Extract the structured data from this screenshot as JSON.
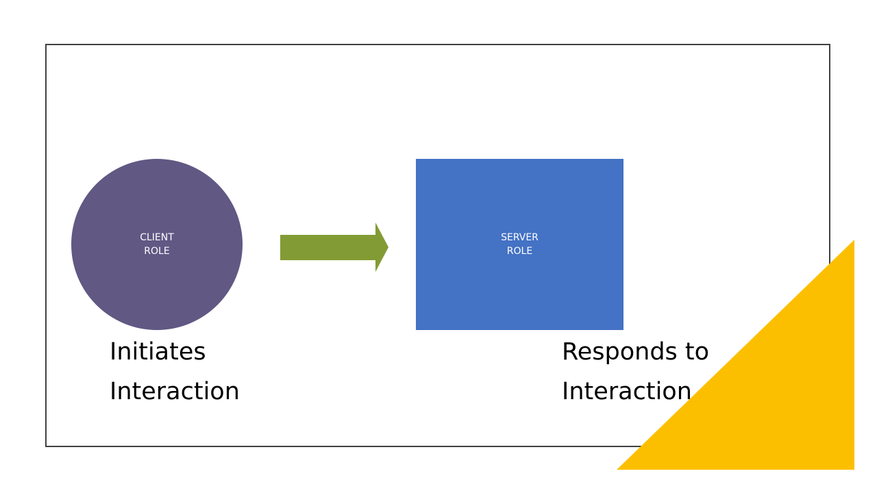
{
  "colors": {
    "client": "#615884",
    "arrow": "#839b34",
    "server": "#4472c4",
    "accent": "#fcbf00",
    "frame": "#404040"
  },
  "client": {
    "label_line1": "CLIENT",
    "label_line2": "ROLE",
    "caption_line1": "Initiates",
    "caption_line2": "Interaction"
  },
  "server": {
    "label_line1": "SERVER",
    "label_line2": "ROLE",
    "caption_line1": "Responds to",
    "caption_line2": "Interaction"
  },
  "arrow_icon": "right-arrow-icon"
}
